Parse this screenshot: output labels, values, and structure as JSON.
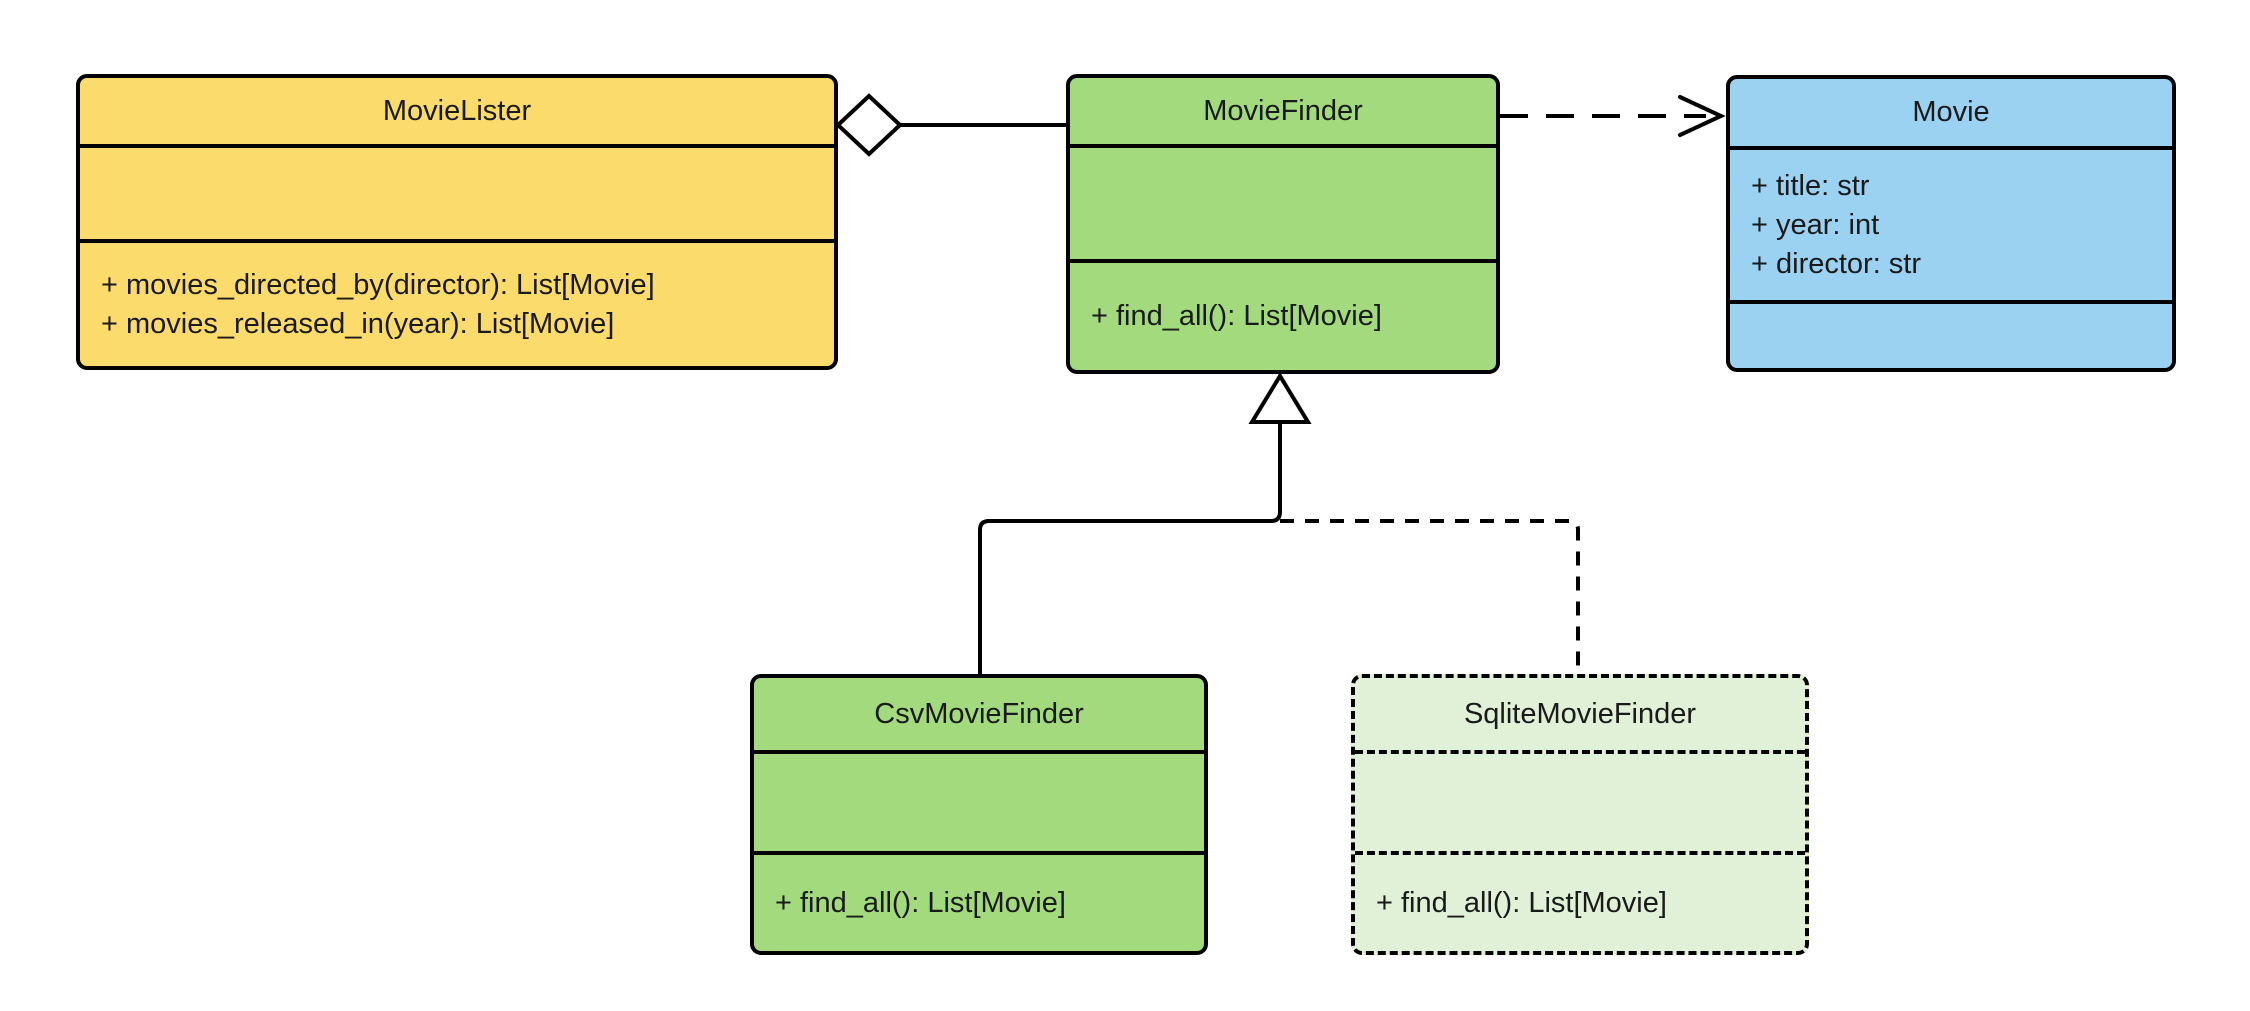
{
  "diagram": {
    "kind": "uml-class-diagram",
    "background_color": "#ffffff",
    "line_color": "#000000"
  },
  "classes": [
    {
      "name": "MovieLister",
      "fill": "#FCDB6D",
      "border_color": "#000000",
      "border_style": "solid",
      "attributes": [],
      "methods": [
        "+ movies_directed_by(director): List[Movie]",
        "+ movies_released_in(year): List[Movie]"
      ]
    },
    {
      "name": "MovieFinder",
      "fill": "#A2DA7D",
      "border_color": "#000000",
      "border_style": "solid",
      "attributes": [],
      "methods": [
        "+ find_all(): List[Movie]"
      ]
    },
    {
      "name": "Movie",
      "fill": "#9BD2F2",
      "border_color": "#000000",
      "border_style": "solid",
      "attributes": [
        "+ title: str",
        "+ year: int",
        "+ director: str"
      ],
      "methods": []
    },
    {
      "name": "CsvMovieFinder",
      "fill": "#A2DA7D",
      "border_color": "#000000",
      "border_style": "solid",
      "attributes": [],
      "methods": [
        "+ find_all(): List[Movie]"
      ]
    },
    {
      "name": "SqliteMovieFinder",
      "fill": "#E0F1D7",
      "border_color": "#000000",
      "border_style": "dashed",
      "attributes": [],
      "methods": [
        "+ find_all(): List[Movie]"
      ]
    }
  ],
  "relationships": [
    {
      "type": "aggregation",
      "from": "MovieLister",
      "to": "MovieFinder",
      "marker": "hollow-diamond-at-MovieLister",
      "line_style": "solid"
    },
    {
      "type": "dependency",
      "from": "MovieFinder",
      "to": "Movie",
      "marker": "open-arrow-at-Movie",
      "line_style": "dashed"
    },
    {
      "type": "generalization",
      "from": "CsvMovieFinder",
      "to": "MovieFinder",
      "marker": "hollow-triangle-at-MovieFinder",
      "line_style": "solid"
    },
    {
      "type": "generalization",
      "from": "SqliteMovieFinder",
      "to": "MovieFinder",
      "marker": "hollow-triangle-at-MovieFinder",
      "line_style": "dashed"
    }
  ]
}
